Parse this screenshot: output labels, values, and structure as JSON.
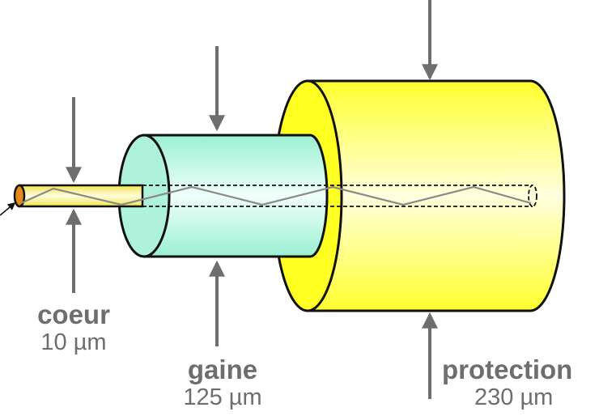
{
  "title": "Fibre optique",
  "layers": [
    {
      "id": "coeur",
      "name": "coeur",
      "size": "10 µm",
      "color": "#f5ed66"
    },
    {
      "id": "gaine",
      "name": "gaine",
      "size": "125 µm",
      "color": "#aef2dc"
    },
    {
      "id": "protection",
      "name": "protection",
      "size": "230 µm",
      "color": "#ffff33"
    }
  ],
  "colors": {
    "label": "#6e6e6e",
    "arrow": "#6e6e6e",
    "outline": "#111111",
    "ray": "#8a8a8a",
    "core_face": "#e58a1a"
  }
}
